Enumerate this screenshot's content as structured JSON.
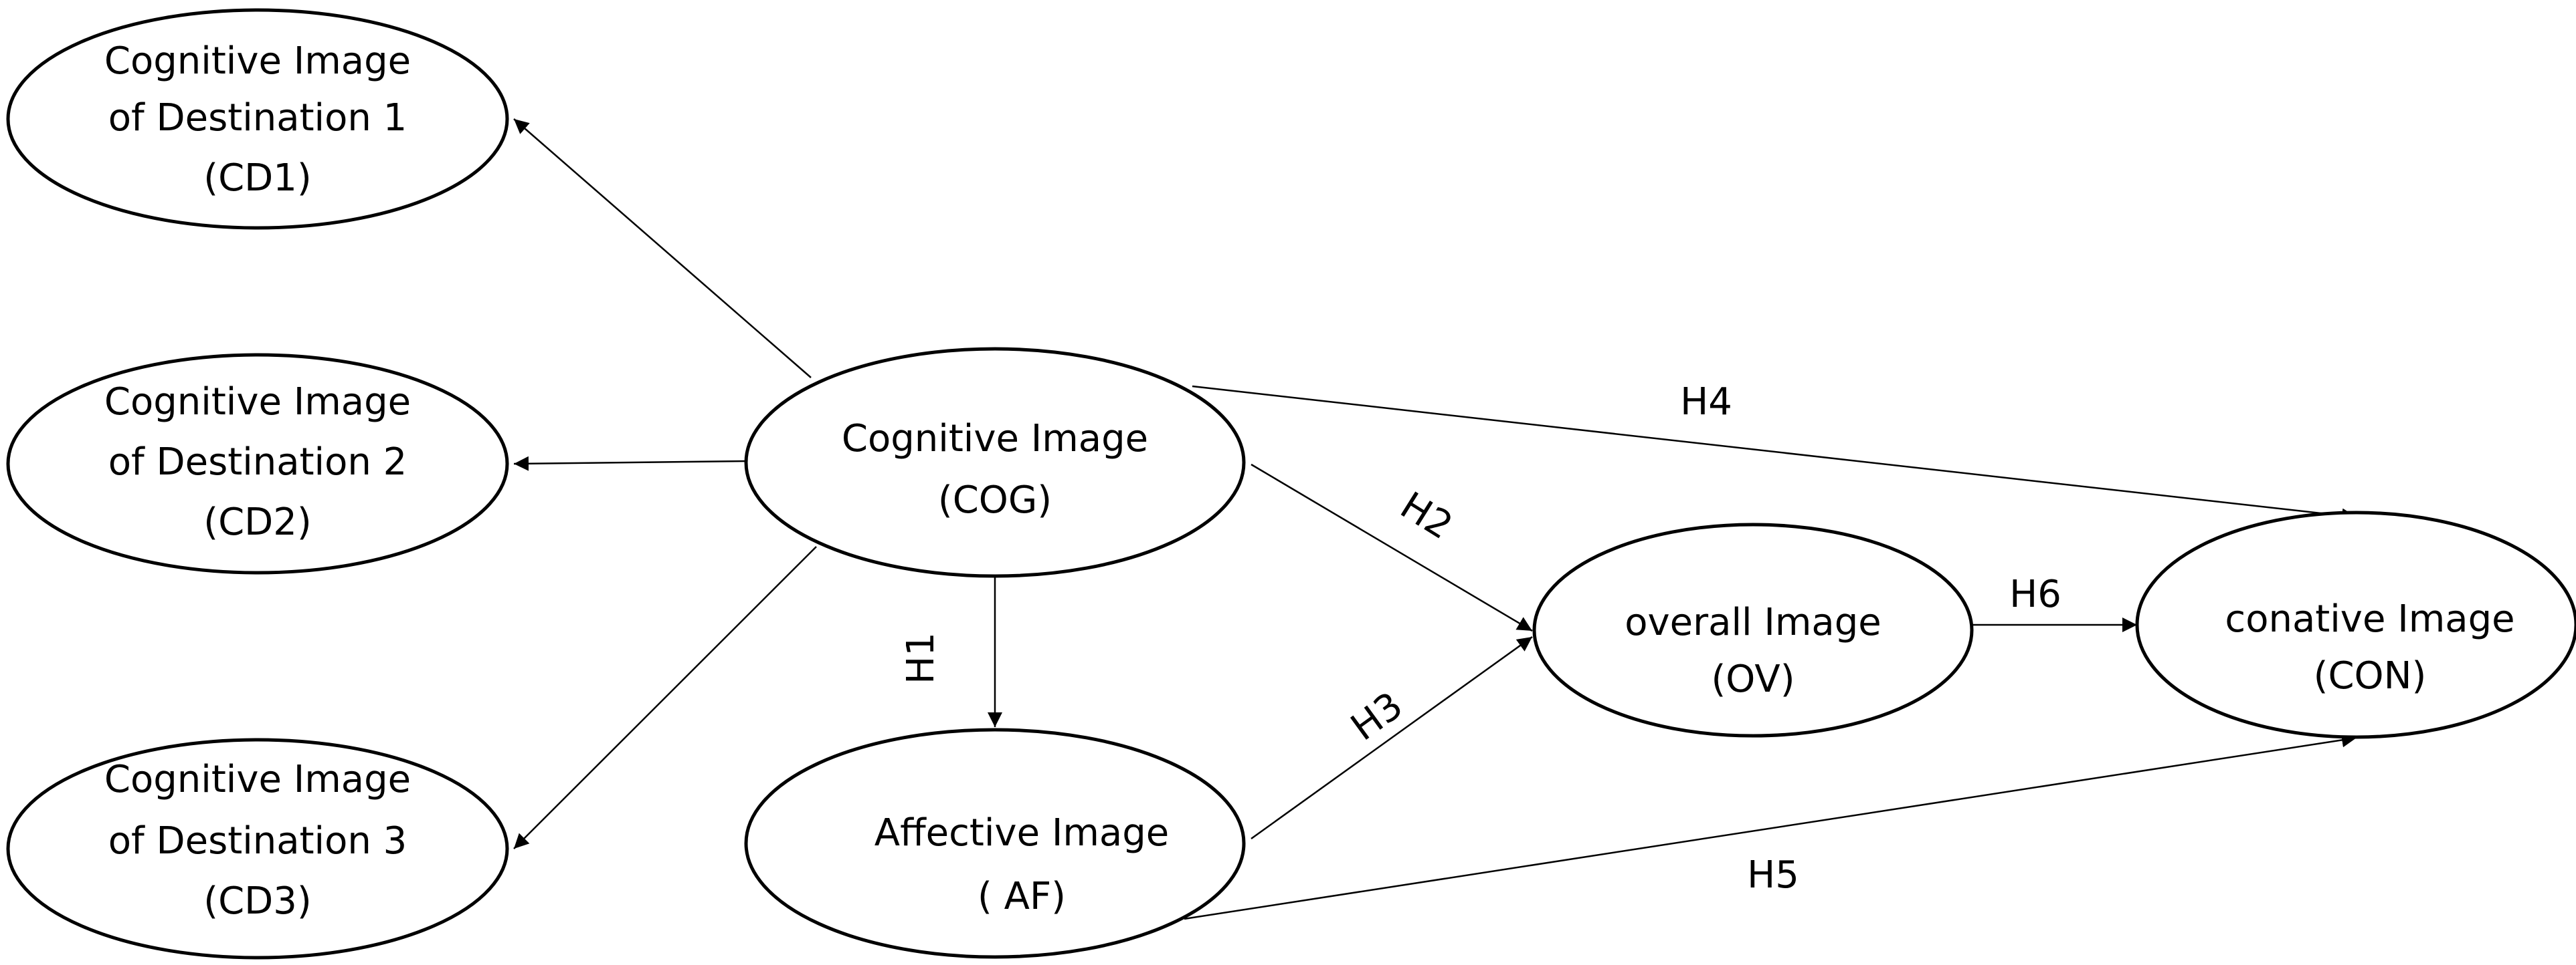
{
  "diagram": {
    "nodes": {
      "cd1": {
        "line1": "Cognitive Image",
        "line2": "of Destination 1",
        "line3": "(CD1)"
      },
      "cd2": {
        "line1": "Cognitive Image",
        "line2": "of Destination 2",
        "line3": "(CD2)"
      },
      "cd3": {
        "line1": "Cognitive Image",
        "line2": "of Destination 3",
        "line3": "(CD3)"
      },
      "cog": {
        "line1": "Cognitive Image",
        "line2": "(COG)"
      },
      "af": {
        "line1": "Affective Image",
        "line2": "( AF)"
      },
      "ov": {
        "line1": "overall Image",
        "line2": "(OV)"
      },
      "con": {
        "line1": "conative Image",
        "line2": "(CON)"
      }
    },
    "edges": [
      {
        "from": "COG",
        "to": "CD1",
        "label": ""
      },
      {
        "from": "COG",
        "to": "CD2",
        "label": ""
      },
      {
        "from": "COG",
        "to": "CD3",
        "label": ""
      },
      {
        "from": "COG",
        "to": "AF",
        "label": "H1"
      },
      {
        "from": "COG",
        "to": "OV",
        "label": "H2"
      },
      {
        "from": "AF",
        "to": "OV",
        "label": "H3"
      },
      {
        "from": "COG",
        "to": "CON",
        "label": "H4"
      },
      {
        "from": "AF",
        "to": "CON",
        "label": "H5"
      },
      {
        "from": "OV",
        "to": "CON",
        "label": "H6"
      }
    ]
  }
}
